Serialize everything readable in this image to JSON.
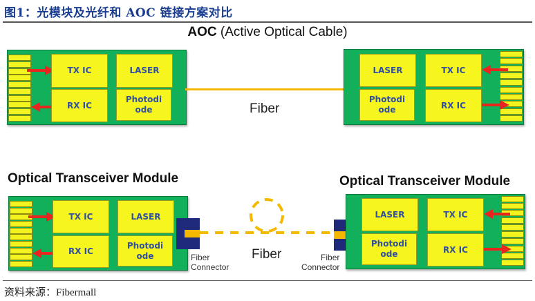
{
  "figure": {
    "title": "图1：光模块及光纤和 AOC 链接方案对比",
    "source": "资料来源：Fibermall"
  },
  "aoc": {
    "heading_bold": "AOC",
    "heading_rest": " (Active Optical Cable)",
    "fiber_label": "Fiber",
    "left_module": {
      "tx": "TX IC",
      "rx": "RX IC",
      "laser": "LASER",
      "photodiode": "Photodi ode"
    },
    "right_module": {
      "tx": "TX IC",
      "rx": "RX IC",
      "laser": "LASER",
      "photodiode": "Photodi ode"
    }
  },
  "transceiver": {
    "left_heading": "Optical Transceiver Module",
    "right_heading": "Optical Transceiver Module",
    "fiber_label": "Fiber",
    "left_connector_label": [
      "Fiber",
      "Connector"
    ],
    "right_connector_label": [
      "Fiber",
      "Connector"
    ],
    "left_module": {
      "tx": "TX IC",
      "rx": "RX IC",
      "laser": "LASER",
      "photodiode": "Photodi ode"
    },
    "right_module": {
      "tx": "TX IC",
      "rx": "RX IC",
      "laser": "LASER",
      "photodiode": "Photodi ode"
    }
  },
  "colors": {
    "board": "#13b05c",
    "chip": "#f7f51e",
    "chip_text": "#3050a0",
    "arrow": "#e8251f",
    "fiber": "#f5b800",
    "connector": "#1f2a7a",
    "title": "#1a3d8f"
  }
}
